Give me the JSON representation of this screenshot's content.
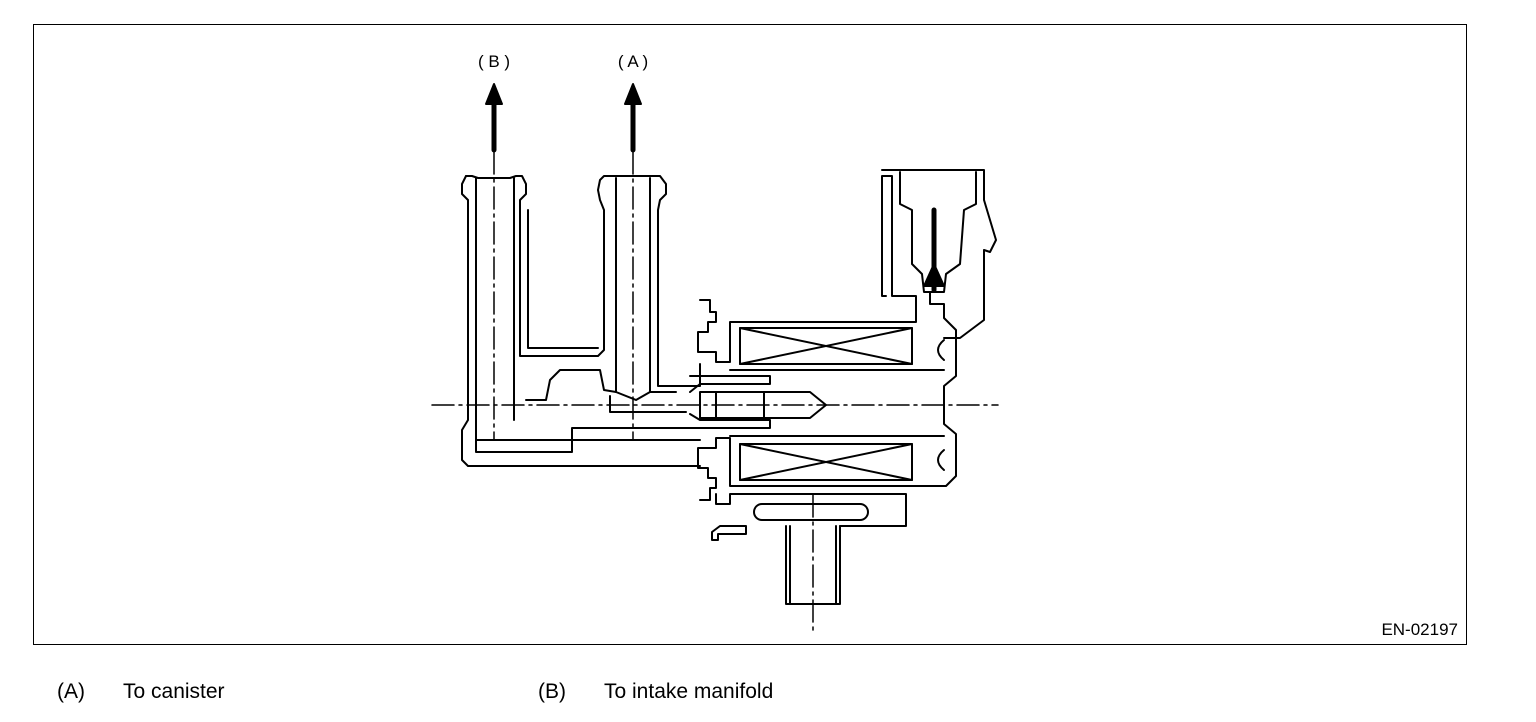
{
  "diagram": {
    "callouts": {
      "b": "( B )",
      "a": "( A )"
    },
    "figure_id": "EN-02197",
    "colors": {
      "line": "#000000",
      "background": "#ffffff"
    }
  },
  "legend": [
    {
      "key": "(A)",
      "text": "To canister"
    },
    {
      "key": "(B)",
      "text": "To intake manifold"
    }
  ]
}
